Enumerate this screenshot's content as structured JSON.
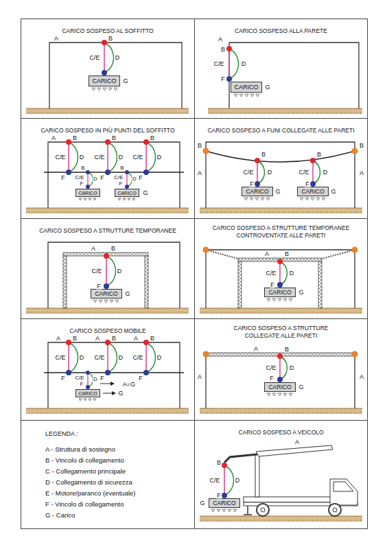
{
  "diagram": {
    "nodes": [
      {
        "text": [
          "CARICO SOSPESO AL SOFFITTO"
        ]
      },
      {
        "text": [
          "CARICO"
        ],
        "in": 0
      },
      {
        "text": [
          "CARICO SOSPESO ALLA PARETE"
        ]
      },
      {
        "text": [
          "CARICO"
        ],
        "in": 2
      },
      {
        "text": [
          "CARICO SOSPESO IN PIÙ PUNTI DEL SOFFITTO"
        ]
      },
      {
        "text": [
          "CARICO"
        ],
        "in": 4
      },
      {
        "text": [
          "CARICO"
        ],
        "in": 4
      },
      {
        "text": [
          "CARICO SOSPESO A FUNI COLLEGATE ALLE PARETI"
        ]
      },
      {
        "text": [
          "CARICO"
        ],
        "in": 7
      },
      {
        "text": [
          "CARICO"
        ],
        "in": 7
      },
      {
        "text": [
          "CARICO SOSPESO A STRUTTURE TEMPORANEE"
        ]
      },
      {
        "text": [
          "CARICO"
        ],
        "in": 10
      },
      {
        "text": [
          "CARICO SOSPESO A STRUTTURE TEMPORANEE CONTROVENTATE ALLE PARETI"
        ]
      },
      {
        "text": [
          "CARICO"
        ],
        "in": 12
      },
      {
        "text": [
          "CARICO SOSPESO MOBILE"
        ]
      },
      {
        "text": [
          "CARICO"
        ],
        "in": 14
      },
      {
        "text": [
          "CARICO SOSPESO A STRUTTURE COLLEGATE ALLE PARETI"
        ]
      },
      {
        "text": [
          "CARICO"
        ],
        "in": 16
      },
      {
        "text": [
          "LEGENDA :"
        ]
      },
      {
        "text": [
          "CARICO SOSPESO A VEICOLO"
        ]
      },
      {
        "text": [
          "CARICO"
        ],
        "in": 19
      }
    ],
    "labels": [
      "A",
      "B",
      "C/E",
      "D",
      "G",
      "A",
      "B",
      "C/E",
      "D",
      "F",
      "G",
      "A",
      "B",
      "B",
      "B",
      "C/E",
      "C/E",
      "C/E",
      "D",
      "D",
      "D",
      "F",
      "F",
      "F",
      "B",
      "C/E",
      "F",
      "D",
      "B",
      "C/E",
      "F",
      "D",
      "G",
      "B",
      "B",
      "A",
      "A",
      "B",
      "B",
      "C/E",
      "C/E",
      "D",
      "D",
      "F",
      "F",
      "G",
      "G",
      "A",
      "B",
      "C/E",
      "D",
      "F",
      "G",
      "A",
      "B",
      "C/E",
      "D",
      "F",
      "G",
      "A",
      "A",
      "A",
      "B",
      "B",
      "B",
      "C/E",
      "C/E",
      "C/E",
      "D",
      "D",
      "D",
      "F",
      "F",
      "F",
      "C/E",
      "F",
      "D",
      "A=G",
      "G",
      "A",
      "B",
      "A",
      "A",
      "C/E",
      "D",
      "F",
      "G",
      "A",
      "B",
      "C/E",
      "D",
      "F",
      "G"
    ],
    "legend": [
      {
        "text": "A - Struttura di sostegno"
      },
      {
        "text": "B - Vincolo di collegamento"
      },
      {
        "text": "C - Collegamento principale"
      },
      {
        "text": "D - Collegamento di sicurezza"
      },
      {
        "text": "E - Motore/paranco (eventuale)"
      },
      {
        "text": "F - Vincolo di collegamento"
      },
      {
        "text": "G - Carico"
      }
    ]
  }
}
